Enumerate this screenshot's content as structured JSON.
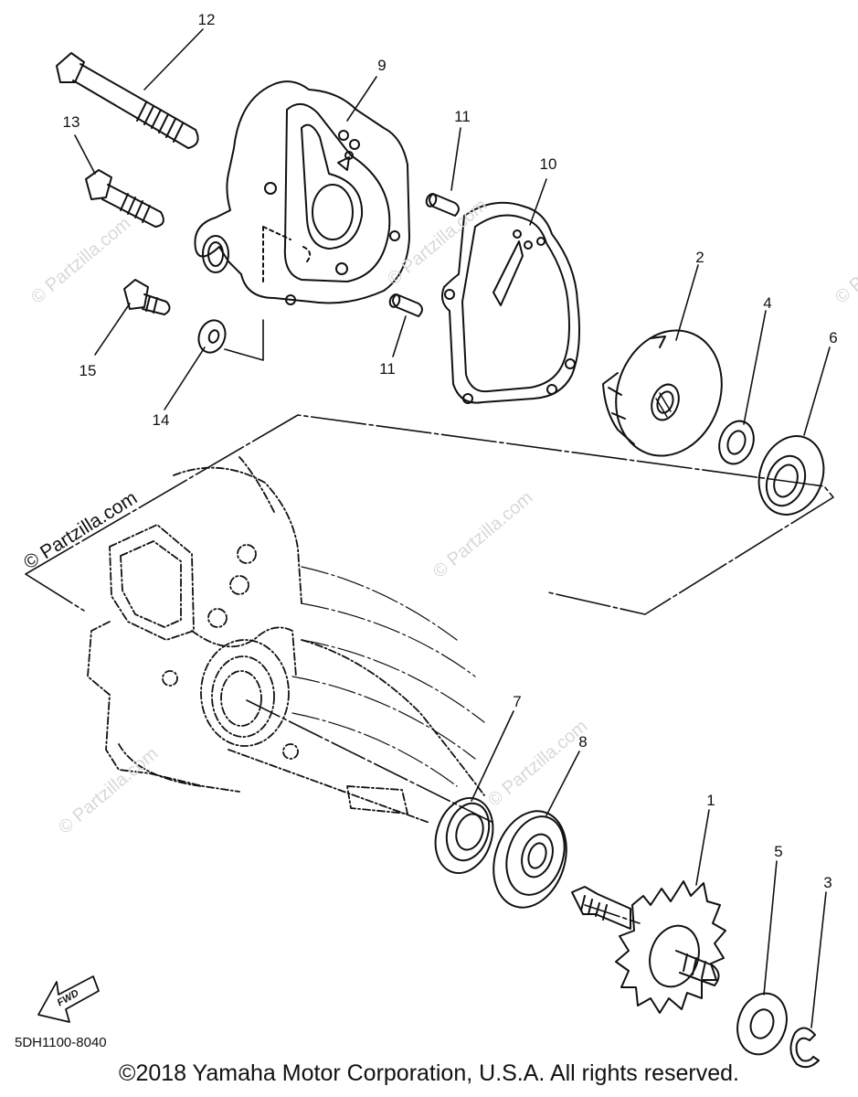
{
  "watermark": "© Partzilla.com",
  "diagram_code": "5DH1100-8040",
  "copyright": "©2018 Yamaha Motor Corporation, U.S.A. All rights reserved.",
  "fwd_label": "FWD",
  "callouts": {
    "c1": "1",
    "c2": "2",
    "c3": "3",
    "c4": "4",
    "c5": "5",
    "c6": "6",
    "c7": "7",
    "c8": "8",
    "c9": "9",
    "c10": "10",
    "c11a": "11",
    "c11b": "11",
    "c12": "12",
    "c13": "13",
    "c14": "14",
    "c15": "15"
  }
}
